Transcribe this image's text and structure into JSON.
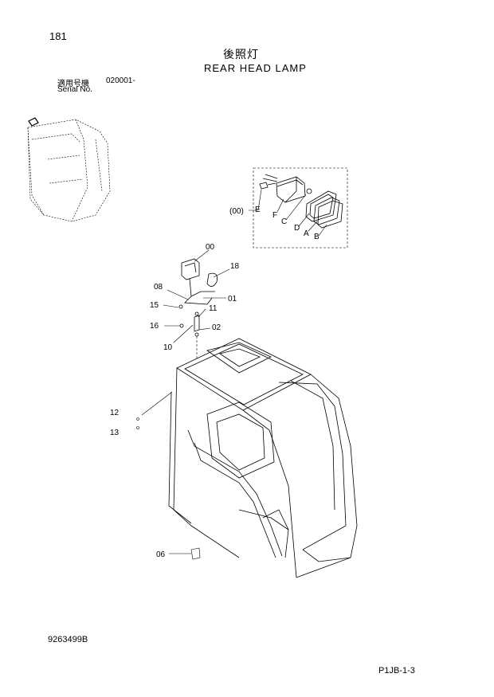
{
  "header": {
    "page_number": "181",
    "title_jp": "後照灯",
    "title_en": "REAR HEAD LAMP",
    "serial_label_jp": "適用号機",
    "serial_value": "020001-",
    "serial_label_en": "Serial No."
  },
  "callouts": {
    "assy": "(00)",
    "a": "A",
    "b": "B",
    "c": "C",
    "d": "D",
    "e": "E",
    "f": "F",
    "p00": "00",
    "p01": "01",
    "p02": "02",
    "p06": "06",
    "p08": "08",
    "p10": "10",
    "p11": "11",
    "p12": "12",
    "p13": "13",
    "p15": "15",
    "p16": "16",
    "p18": "18"
  },
  "footer": {
    "doc_id": "9263499B",
    "page_code": "P1JB-1-3"
  }
}
